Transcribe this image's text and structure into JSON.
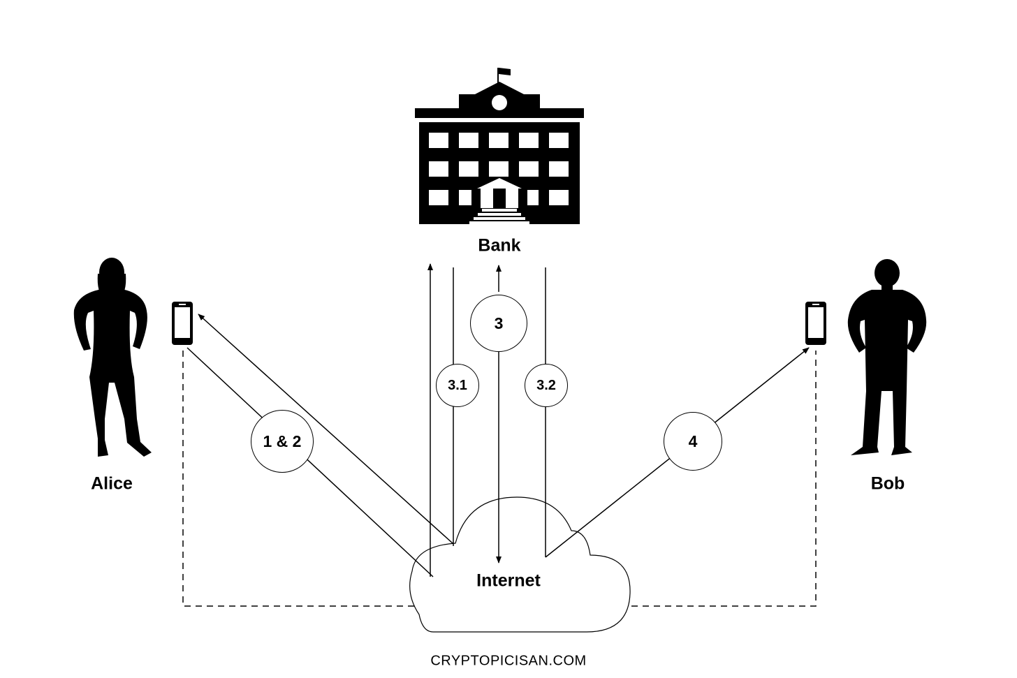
{
  "labels": {
    "bank": "Bank",
    "alice": "Alice",
    "bob": "Bob",
    "internet": "Internet"
  },
  "badges": {
    "step_1_2": "1 & 2",
    "step_3": "3",
    "step_3_1": "3.1",
    "step_3_2": "3.2",
    "step_4": "4"
  },
  "footer": "CRYPTOPICISAN.COM",
  "icons": {
    "bank": "bank-building-icon",
    "alice": "woman-silhouette-icon",
    "bob": "man-silhouette-icon",
    "alice_phone": "smartphone-icon",
    "bob_phone": "smartphone-icon",
    "internet": "cloud-icon"
  },
  "colors": {
    "ink": "#000000",
    "background": "#ffffff"
  }
}
